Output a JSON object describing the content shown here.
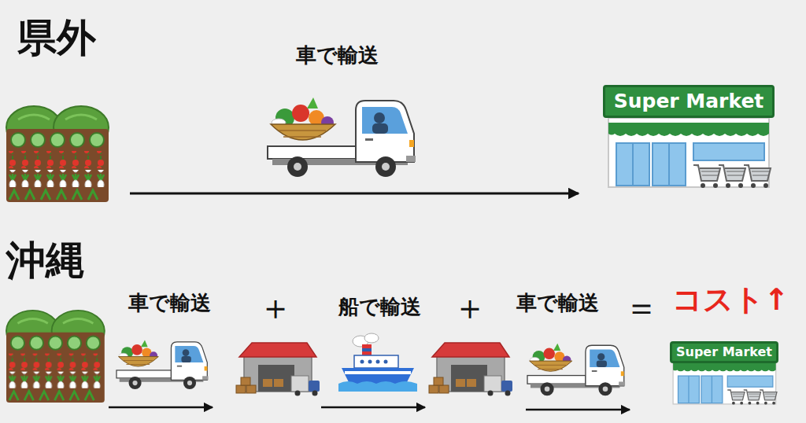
{
  "diagram": {
    "nodes": [
      {
        "text": [
          "Super Market"
        ]
      },
      {
        "text": [
          "Super Market"
        ]
      }
    ],
    "edges": [],
    "labels": [
      "県外",
      "車で輸送",
      "沖縄",
      "車で輸送",
      "＋",
      "船で輸送",
      "＋",
      "車で輸送",
      "＝",
      "コスト↑"
    ]
  }
}
